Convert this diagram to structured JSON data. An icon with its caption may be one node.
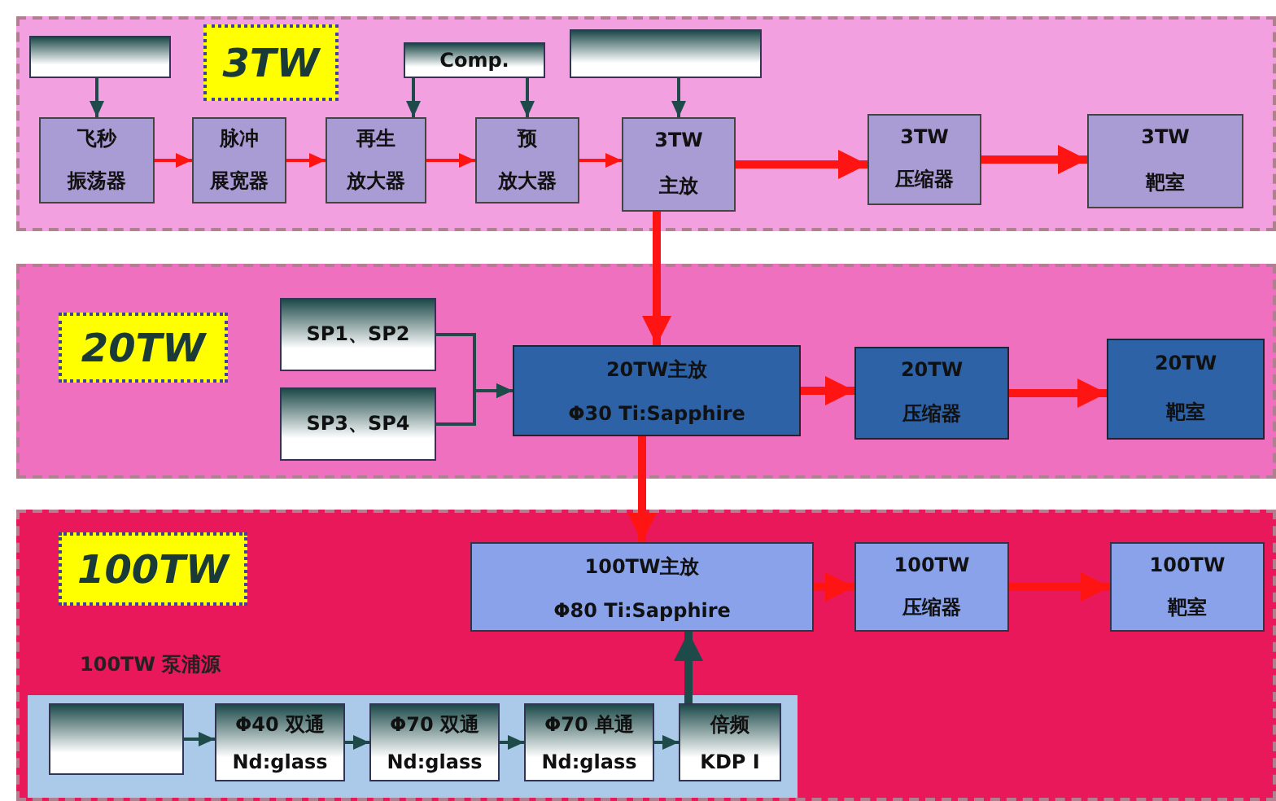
{
  "diagram": {
    "nodes": [
      {
        "text": [],
        "shape": "band"
      },
      {
        "text": [
          "3TW"
        ],
        "in": 0
      },
      {
        "text": [],
        "shape": "box",
        "in": 0
      },
      {
        "text": [
          "Comp."
        ],
        "in": 0
      },
      {
        "text": [],
        "shape": "box",
        "in": 0
      },
      {
        "text": [
          "飞秒",
          "振荡器"
        ],
        "in": 0
      },
      {
        "text": [
          "脉冲",
          "展宽器"
        ],
        "in": 0
      },
      {
        "text": [
          "再生",
          "放大器"
        ],
        "in": 0
      },
      {
        "text": [
          "预",
          "放大器"
        ],
        "in": 0
      },
      {
        "text": [
          "3TW",
          "主放"
        ],
        "in": 0
      },
      {
        "text": [
          "3TW",
          "压缩器"
        ],
        "in": 0
      },
      {
        "text": [
          "3TW",
          "靶室"
        ],
        "in": 0
      },
      {
        "text": [],
        "shape": "band"
      },
      {
        "text": [
          "20TW"
        ],
        "in": 12
      },
      {
        "text": [
          "SP1、SP2"
        ],
        "in": 12
      },
      {
        "text": [
          "SP3、SP4"
        ],
        "in": 12
      },
      {
        "text": [
          "20TW主放",
          "Φ30 Ti:Sapphire"
        ],
        "in": 12
      },
      {
        "text": [
          "20TW",
          "压缩器"
        ],
        "in": 12
      },
      {
        "text": [
          "20TW",
          "靶室"
        ],
        "in": 12
      },
      {
        "text": [],
        "shape": "band"
      },
      {
        "text": [
          "100TW"
        ],
        "in": 19
      },
      {
        "text": [
          "100TW主放",
          "Φ80 Ti:Sapphire"
        ],
        "in": 19
      },
      {
        "text": [
          "100TW",
          "压缩器"
        ],
        "in": 19
      },
      {
        "text": [
          "100TW",
          "靶室"
        ],
        "in": 19
      },
      {
        "text": [
          "100TW 泵浦源"
        ],
        "in": 19
      },
      {
        "text": [],
        "shape": "box",
        "in": 24
      },
      {
        "text": [
          "Φ40 双通",
          "Nd:glass"
        ],
        "in": 24
      },
      {
        "text": [
          "Φ70 双通",
          "Nd:glass"
        ],
        "in": 24
      },
      {
        "text": [
          "Φ70 单通",
          "Nd:glass"
        ],
        "in": 24
      },
      {
        "text": [
          "倍频",
          "KDP I"
        ],
        "in": 24
      }
    ],
    "edges": [
      {
        "from": 2,
        "to": 5,
        "arrow": "to",
        "color": "#1e4a4a"
      },
      {
        "from": 3,
        "to": 7,
        "arrow": "to",
        "color": "#1e4a4a"
      },
      {
        "from": 3,
        "to": 8,
        "arrow": "to",
        "color": "#1e4a4a"
      },
      {
        "from": 4,
        "to": 9,
        "arrow": "to",
        "color": "#1e4a4a"
      },
      {
        "from": 5,
        "to": 6,
        "arrow": "to"
      },
      {
        "from": 6,
        "to": 7,
        "arrow": "to"
      },
      {
        "from": 7,
        "to": 8,
        "arrow": "to"
      },
      {
        "from": 8,
        "to": 9,
        "arrow": "to"
      },
      {
        "from": 9,
        "to": 10,
        "arrow": "to",
        "style": "thick"
      },
      {
        "from": 10,
        "to": 11,
        "arrow": "to",
        "style": "thick"
      },
      {
        "from": 9,
        "to": 16,
        "arrow": "to",
        "style": "thick"
      },
      {
        "from": 14,
        "to": 16,
        "arrow": "to",
        "color": "#1e4a4a"
      },
      {
        "from": 15,
        "to": 16,
        "arrow": "to",
        "color": "#1e4a4a"
      },
      {
        "from": 16,
        "to": 17,
        "arrow": "to",
        "style": "thick"
      },
      {
        "from": 17,
        "to": 18,
        "arrow": "to",
        "style": "thick"
      },
      {
        "from": 16,
        "to": 21,
        "arrow": "to",
        "style": "thick"
      },
      {
        "from": 21,
        "to": 22,
        "arrow": "to",
        "style": "thick"
      },
      {
        "from": 22,
        "to": 23,
        "arrow": "to",
        "style": "thick"
      },
      {
        "from": 25,
        "to": 26,
        "arrow": "to",
        "color": "#1e4a4a"
      },
      {
        "from": 26,
        "to": 27,
        "arrow": "to",
        "color": "#1e4a4a"
      },
      {
        "from": 27,
        "to": 28,
        "arrow": "to",
        "color": "#1e4a4a"
      },
      {
        "from": 28,
        "to": 29,
        "arrow": "to",
        "color": "#1e4a4a"
      },
      {
        "from": 29,
        "to": 21,
        "arrow": "to",
        "style": "thick",
        "color": "#1e4a4a"
      }
    ]
  }
}
